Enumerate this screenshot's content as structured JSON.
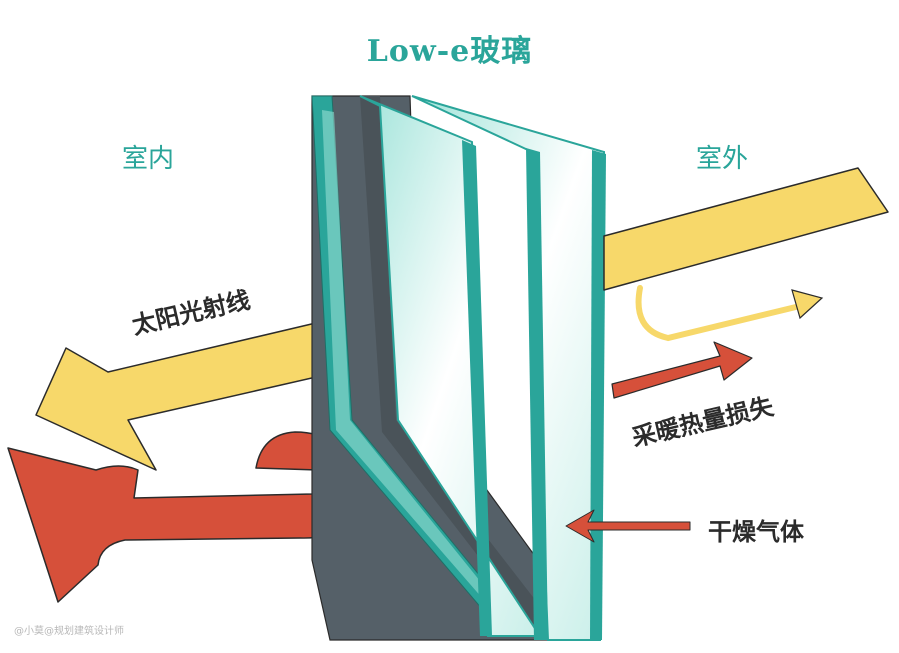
{
  "title": "Low-e玻璃",
  "labels": {
    "indoor": "室内",
    "outdoor": "室外",
    "solar_rays": "太阳光射线",
    "heating_loss": "采暖热量损失",
    "dry_gas": "干燥气体"
  },
  "watermark": "@小莫@规划建筑设计师",
  "colors": {
    "teal": "#2aa59a",
    "yellow": "#f7d86a",
    "red": "#d6503a",
    "gray": "#556068",
    "dark_text": "#2b2b2b"
  }
}
